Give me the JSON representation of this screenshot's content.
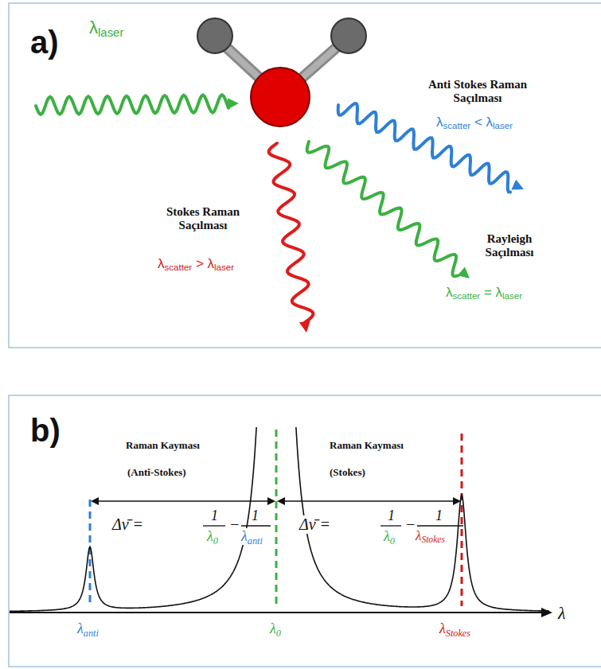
{
  "diagram": {
    "labels": [
      "a)",
      "λlaser",
      "Anti Stokes Raman Saçılması",
      "λscatter < λlaser",
      "Stokes Raman Saçılması",
      "λscatter > λlaser",
      "Rayleigh Saçılması",
      "λscatter = λlaser",
      "b)",
      "Raman Kayması",
      "(Anti-Stokes)",
      "Raman Kayması",
      "(Stokes)",
      "Δν̄ =",
      "1",
      "λ0",
      "−",
      "1",
      "λanti",
      "Δν̄ =",
      "1",
      "λ0",
      "−",
      "1",
      "λStokes",
      "λanti",
      "λ0",
      "λStokes",
      "λ"
    ]
  }
}
